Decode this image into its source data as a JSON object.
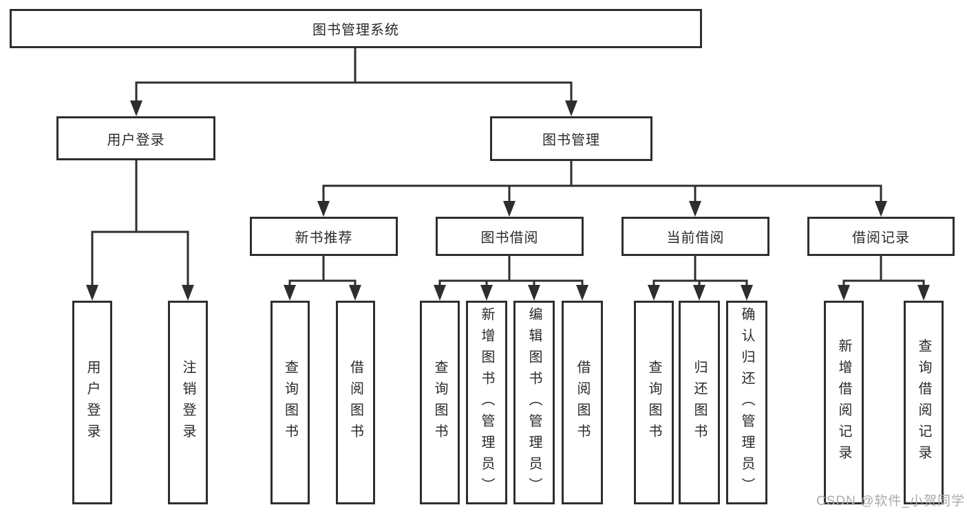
{
  "diagram": {
    "root": {
      "label": "图书管理系统"
    },
    "branches": [
      {
        "label": "用户登录",
        "children": [
          {
            "label": "用户登录"
          },
          {
            "label": "注销登录"
          }
        ]
      },
      {
        "label": "图书管理",
        "children": [
          {
            "label": "新书推荐",
            "children": [
              {
                "label": "查询图书"
              },
              {
                "label": "借阅图书"
              }
            ]
          },
          {
            "label": "图书借阅",
            "children": [
              {
                "label": "查询图书"
              },
              {
                "label": "新增图书（管理员）"
              },
              {
                "label": "编辑图书（管理员）"
              },
              {
                "label": "借阅图书"
              }
            ]
          },
          {
            "label": "当前借阅",
            "children": [
              {
                "label": "查询图书"
              },
              {
                "label": "归还图书"
              },
              {
                "label": "确认归还（管理员）"
              }
            ]
          },
          {
            "label": "借阅记录",
            "children": [
              {
                "label": "新增借阅记录"
              },
              {
                "label": "查询借阅记录"
              }
            ]
          }
        ]
      }
    ],
    "watermark": "CSDN @软件_小贺同学",
    "colors": {
      "line": "#2e2e2e",
      "text": "#2a2a2a",
      "watermark": "#ababab",
      "background": "#ffffff"
    }
  }
}
